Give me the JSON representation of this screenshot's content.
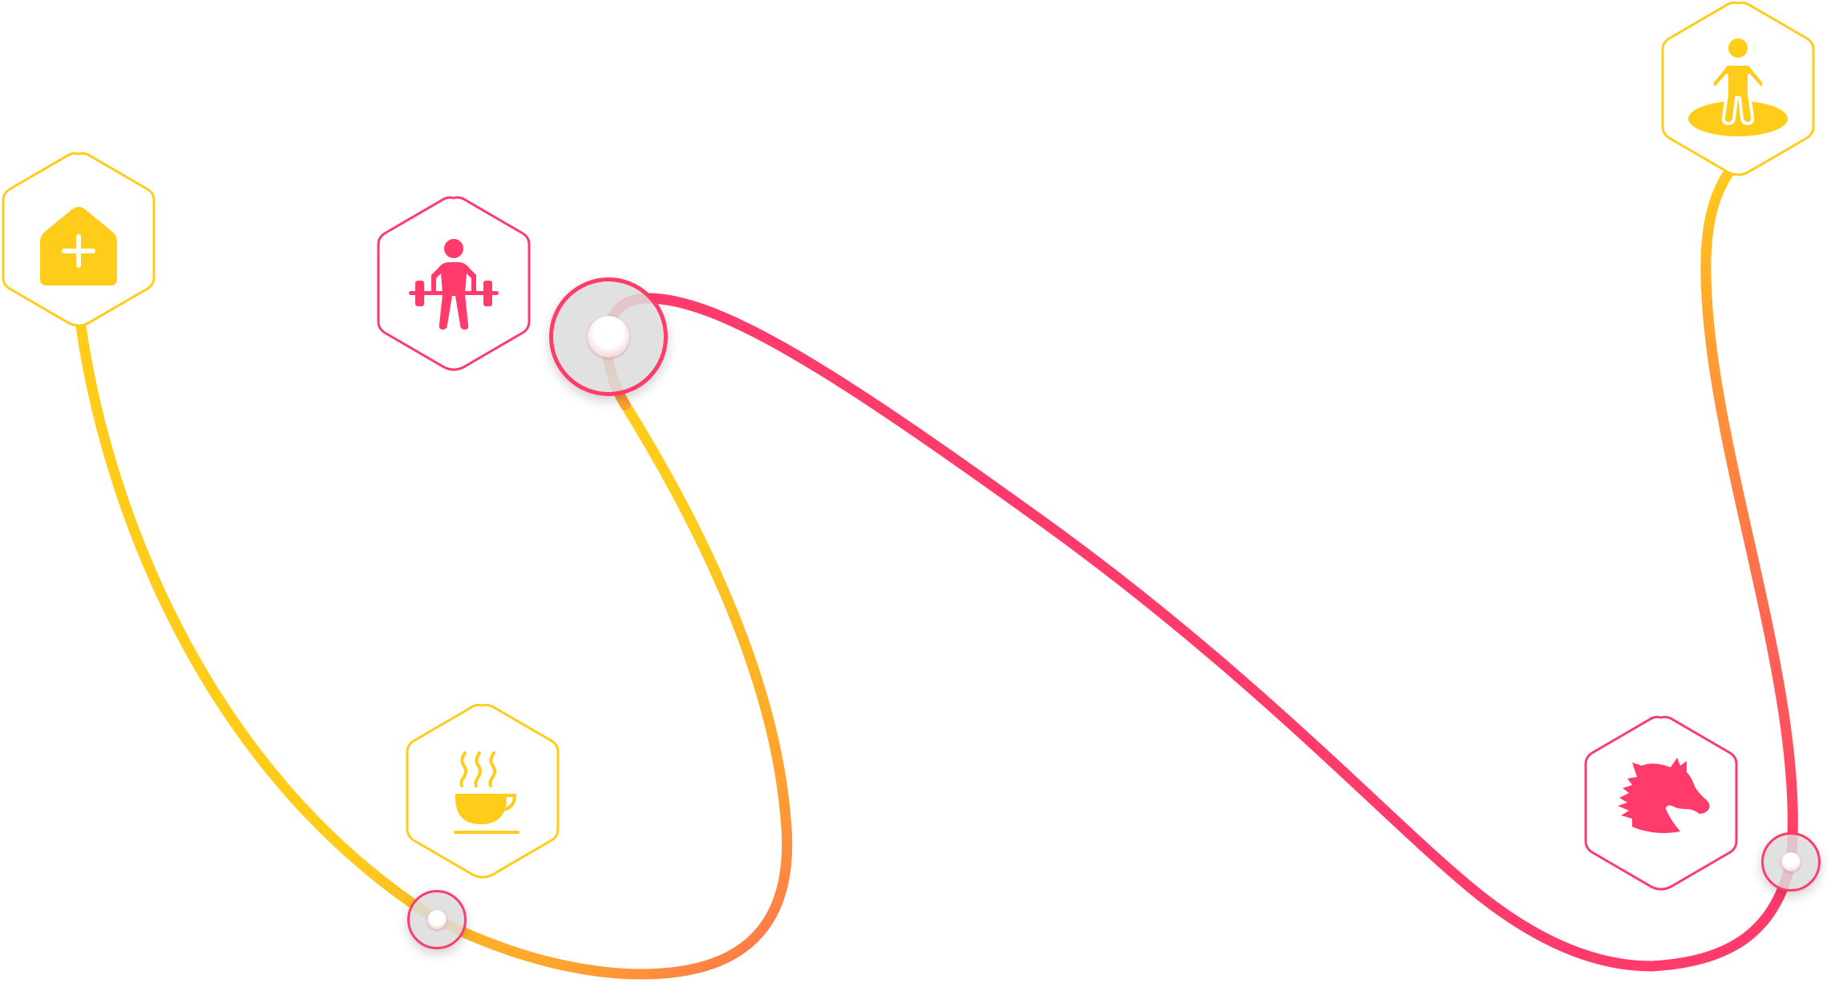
{
  "colors": {
    "yellow": "#FFCC1A",
    "orange": "#FF9A3A",
    "pink": "#FF3B6B",
    "knob_fill": "#DEDEDE"
  },
  "nodes": [
    {
      "id": "add-home",
      "label": "Add home",
      "icon": "home-plus-icon",
      "color": "#FFCC1A"
    },
    {
      "id": "weightlifting",
      "label": "Weightlifting",
      "icon": "weightlifter-icon",
      "color": "#FF3B6B"
    },
    {
      "id": "coffee",
      "label": "Coffee break",
      "icon": "coffee-cup-icon",
      "color": "#FFCC1A"
    },
    {
      "id": "horse",
      "label": "Horse",
      "icon": "horse-head-icon",
      "color": "#FF3B6B"
    },
    {
      "id": "standing-person",
      "label": "Standing person",
      "icon": "person-on-platform-icon",
      "color": "#FFCC1A"
    }
  ],
  "knobs": [
    {
      "id": "knob-main",
      "size": "large"
    },
    {
      "id": "knob-left",
      "size": "small"
    },
    {
      "id": "knob-right",
      "size": "small"
    }
  ]
}
